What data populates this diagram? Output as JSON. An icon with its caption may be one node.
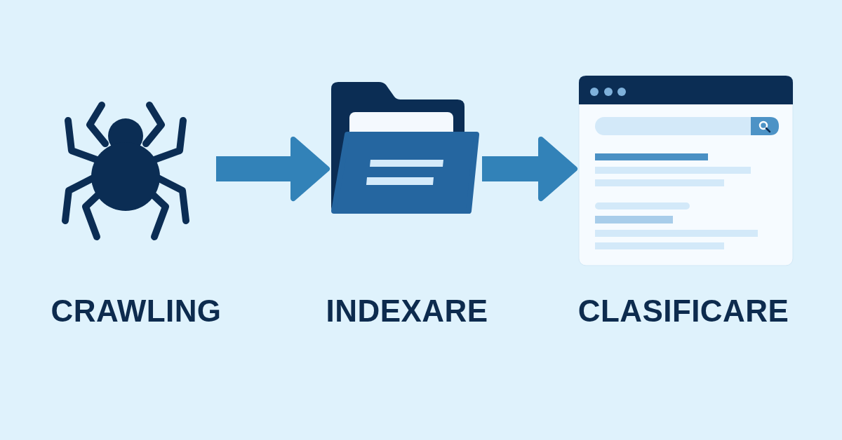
{
  "diagram": {
    "nodes": [
      {
        "text": [],
        "shape": "picture",
        "beside": [
          "CRAWLING"
        ]
      },
      {
        "text": [],
        "shape": "picture",
        "beside": [
          "INDEXARE"
        ]
      },
      {
        "text": [],
        "shape": "picture",
        "beside": [
          "CLASIFICARE"
        ]
      }
    ],
    "edges": [
      {
        "from": 0,
        "to": 1,
        "arrow": "to"
      },
      {
        "from": 1,
        "to": 2,
        "arrow": "to"
      }
    ]
  }
}
